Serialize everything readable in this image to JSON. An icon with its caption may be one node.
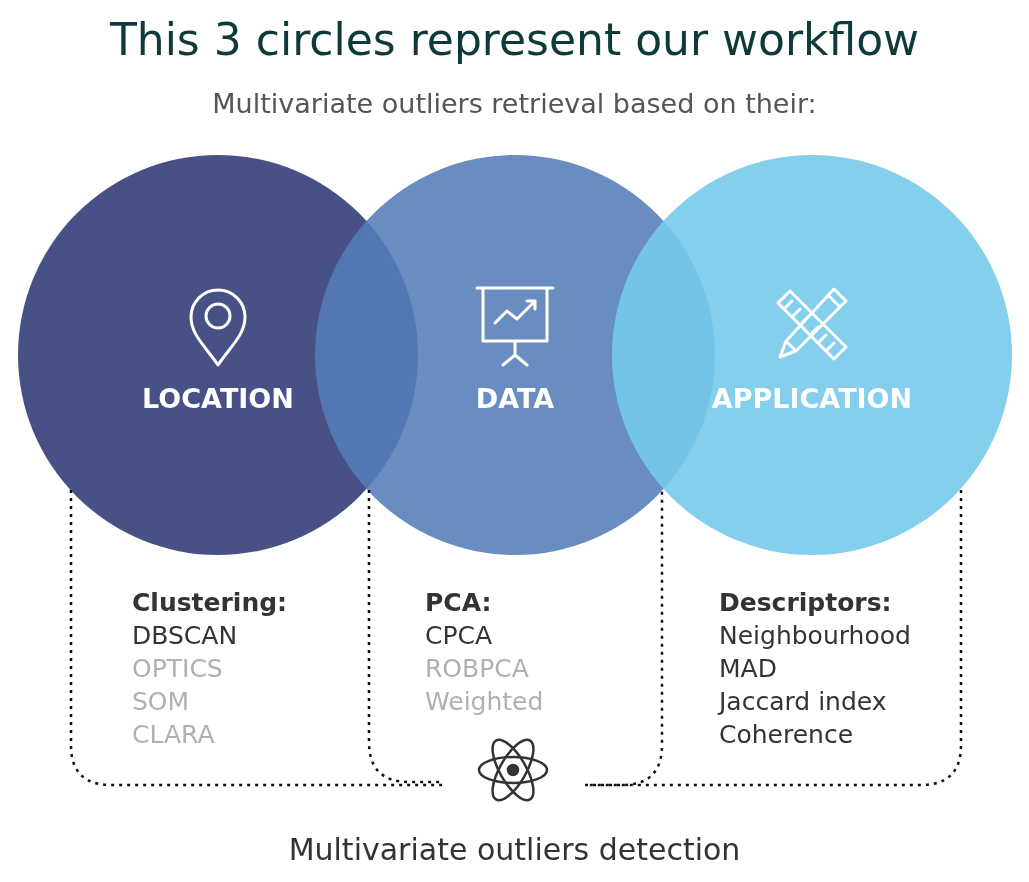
{
  "diagram": {
    "title": "This 3 circles represent our workflow",
    "caption": "Multivariate outliers detection",
    "nodes": [
      {
        "text": [
          "LOCATION"
        ]
      },
      {
        "text": [
          "DATA"
        ]
      },
      {
        "text": [
          "APPLICATION"
        ]
      },
      {
        "text": [
          "Clustering:",
          "DBSCAN",
          "OPTICS",
          "SOM",
          "CLARA"
        ]
      },
      {
        "text": [
          "PCA:",
          "CPCA",
          "ROBPCA",
          "Weighted"
        ]
      },
      {
        "text": [
          "Descriptors:",
          "Neighbourhood",
          "MAD",
          "Jaccard index",
          "Coherence"
        ]
      }
    ],
    "labels": [
      "Multivariate outliers retrieval based on their:"
    ]
  }
}
